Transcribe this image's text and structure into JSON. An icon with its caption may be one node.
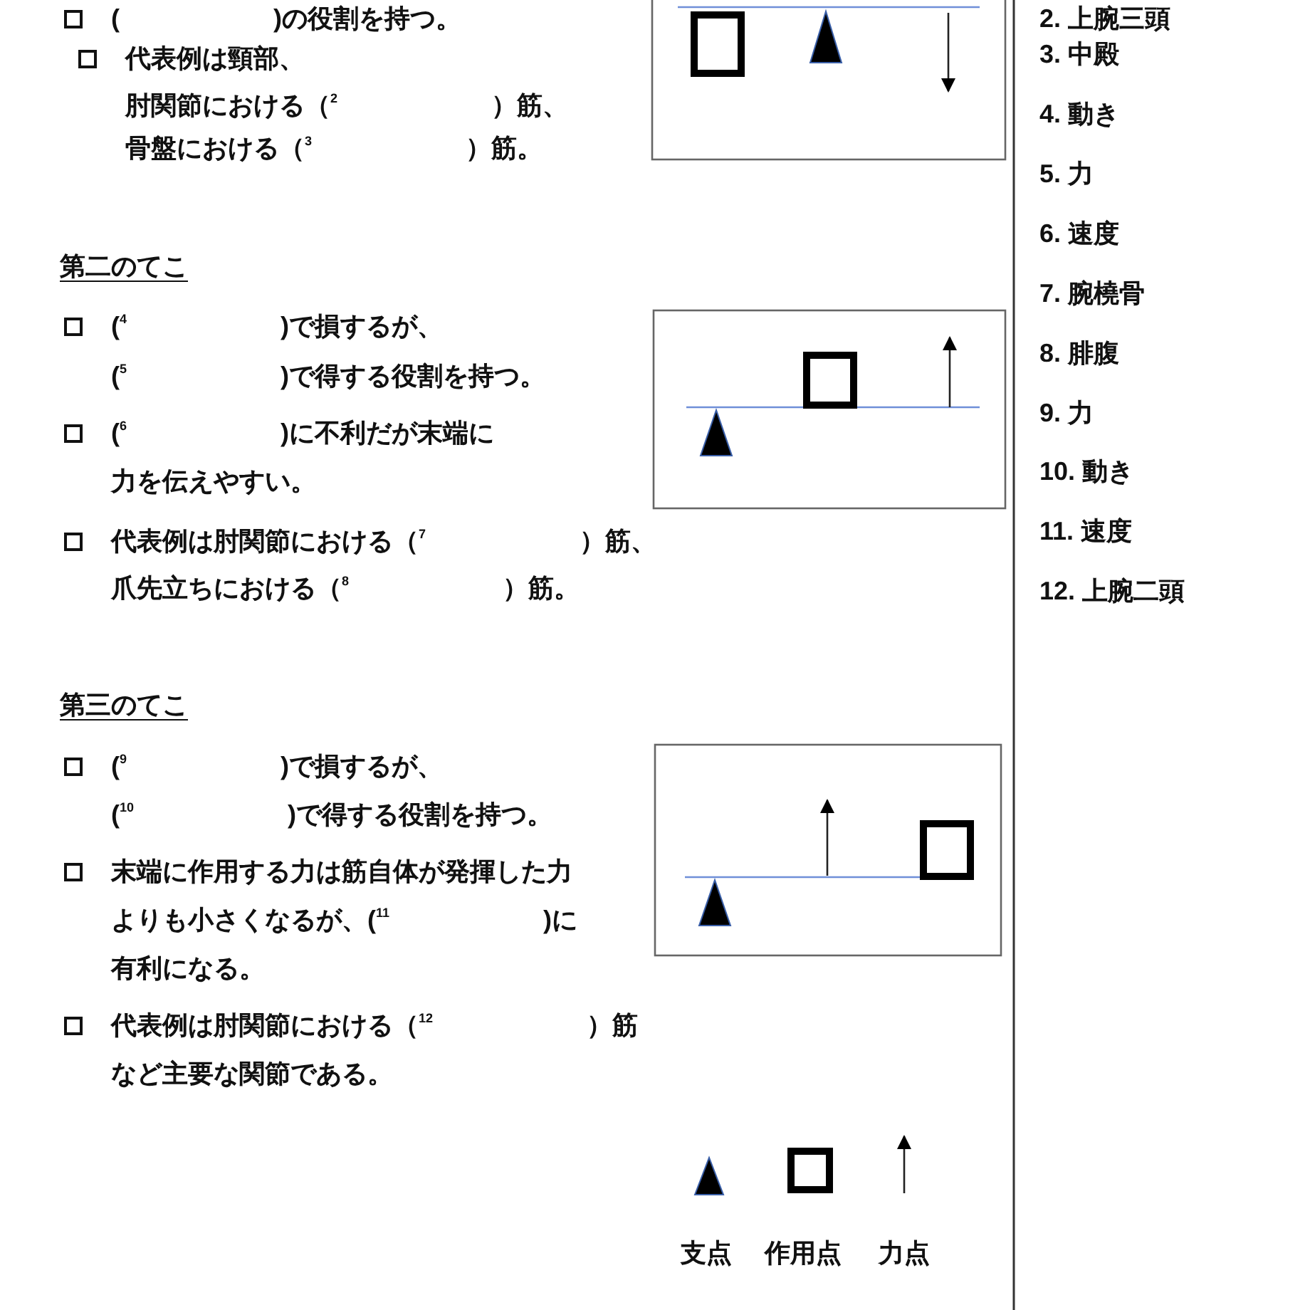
{
  "diagram": {
    "labels": [
      "(　　　　　　)の役割を持つ。",
      "代表例は頸部、",
      "肘関節における（$^{2}$　　　　　　）筋、",
      "骨盤における（$^{3}$　　　　　　）筋。",
      "第二のてこ",
      "($^{4}$　　　　　　)で損するが、",
      "($^{5}$　　　　　　)で得する役割を持つ。",
      "($^{6}$　　　　　　)に不利だが末端に",
      "力を伝えやすい。",
      "代表例は肘関節における（$^{7}$　　　　　　）筋、",
      "爪先立ちにおける（$^{8}$　　　　　　）筋。",
      "第三のてこ",
      "($^{9}$　　　　　　)で損するが、",
      "($^{10}$　　　　　　)で得する役割を持つ。",
      "末端に作用する力は筋自体が発揮した力",
      "よりも小さくなるが、($^{11}$　　　　　　)に",
      "有利になる。",
      "代表例は肘関節における（$^{12}$　　　　　　）筋",
      "など主要な関節である。",
      "2. 上腕三頭",
      "3. 中殿",
      "4. 動き",
      "5. 力",
      "6. 速度",
      "7. 腕橈骨",
      "8. 腓腹",
      "9. 力",
      "10. 動き",
      "11. 速度",
      "12. 上腕二頭"
    ],
    "legend": [
      {
        "text": "支点"
      },
      {
        "text": "作用点"
      },
      {
        "text": "力点"
      }
    ]
  }
}
